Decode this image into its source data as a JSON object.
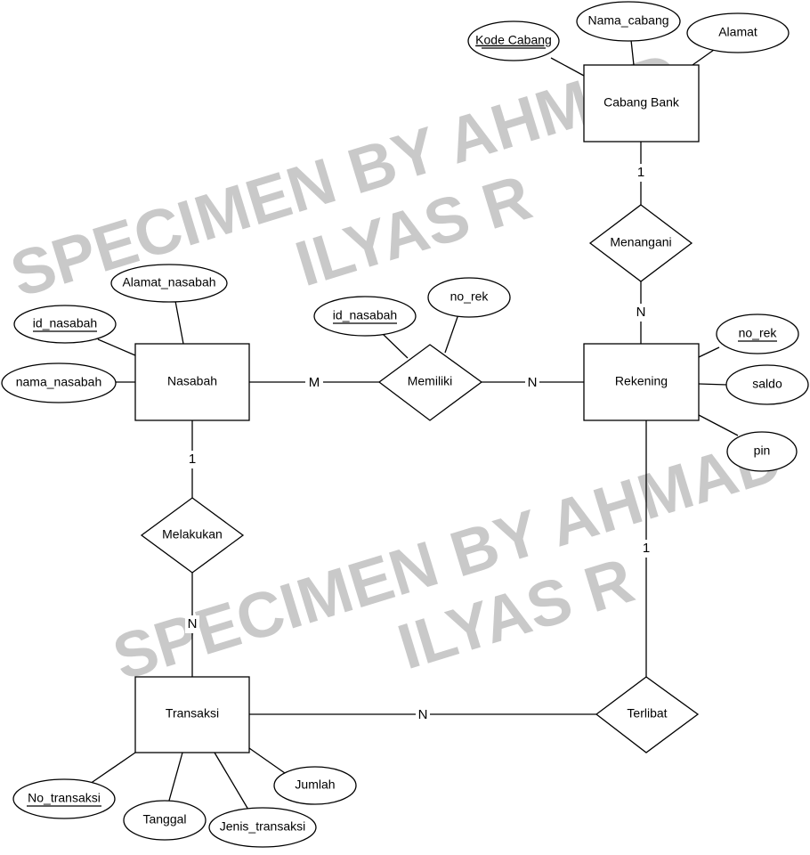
{
  "entities": {
    "cabang_bank": "Cabang Bank",
    "nasabah": "Nasabah",
    "rekening": "Rekening",
    "transaksi": "Transaksi"
  },
  "relationships": {
    "menangani": "Menangani",
    "memiliki": "Memiliki",
    "melakukan": "Melakukan",
    "terlibat": "Terlibat"
  },
  "attributes": {
    "kode_cabang": "Kode Cabang",
    "nama_cabang": "Nama_cabang",
    "alamat": "Alamat",
    "alamat_nasabah": "Alamat_nasabah",
    "id_nasabah": "id_nasabah",
    "nama_nasabah": "nama_nasabah",
    "memiliki_id_nasabah": "id_nasabah",
    "memiliki_no_rek": "no_rek",
    "no_rek": "no_rek",
    "saldo": "saldo",
    "pin": "pin",
    "no_transaksi": "No_transaksi",
    "tanggal": "Tanggal",
    "jenis_transaksi": "Jenis_transaksi",
    "jumlah": "Jumlah"
  },
  "cardinalities": {
    "cabang_menangani": "1",
    "menangani_rekening": "N",
    "nasabah_memiliki": "M",
    "memiliki_rekening": "N",
    "nasabah_melakukan": "1",
    "melakukan_transaksi": "N",
    "rekening_terlibat": "1",
    "terlibat_transaksi": "N"
  },
  "watermark": {
    "line1": "SPECIMEN BY AHMAD",
    "line2": "ILYAS R",
    "color": "#c9c9c9"
  }
}
